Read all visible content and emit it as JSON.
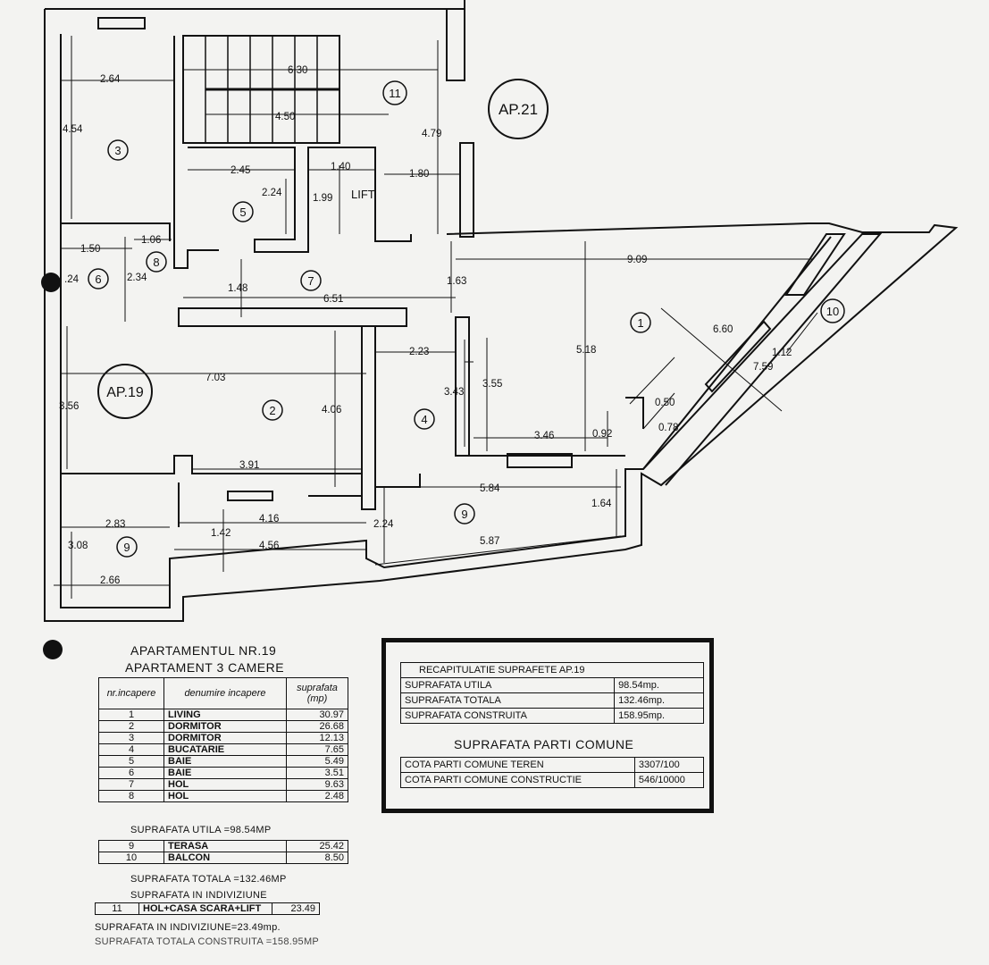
{
  "plan": {
    "dims": [
      "2.64",
      "4.54",
      "6.30",
      "4.50",
      "4.79",
      "2.45",
      "1.40",
      "1.80",
      "2.24",
      "1.99",
      "1.50",
      "1.06",
      "2.34",
      "1.48",
      "6.51",
      "1.63",
      "9.09",
      "5.18",
      "6.60",
      "1.12",
      "7.59",
      "7.03",
      "2.23",
      "3.55",
      "3.43",
      "4.06",
      "3.56",
      "3.46",
      "0.92",
      "0.50",
      "0.78",
      "3.91",
      "5.84",
      "1.64",
      "4.16",
      "2.83",
      "2.24",
      "1.42",
      "4.56",
      "5.87",
      "3.08",
      "2.66",
      ".24"
    ],
    "room_nums": [
      "1",
      "2",
      "3",
      "4",
      "5",
      "6",
      "7",
      "8",
      "9",
      "9",
      "10",
      "11"
    ],
    "labels": {
      "ap21": "AP.21",
      "ap19": "AP.19",
      "lift": "LIFT"
    }
  },
  "apartment": {
    "title1": "APARTAMENTUL NR.19",
    "title2": "APARTAMENT 3 CAMERE",
    "headers": [
      "nr.incapere",
      "denumire incapere",
      "suprafata (mp)"
    ],
    "rows": [
      [
        "1",
        "LIVING",
        "30.97"
      ],
      [
        "2",
        "DORMITOR",
        "26.68"
      ],
      [
        "3",
        "DORMITOR",
        "12.13"
      ],
      [
        "4",
        "BUCATARIE",
        "7.65"
      ],
      [
        "5",
        "BAIE",
        "5.49"
      ],
      [
        "6",
        "BAIE",
        "3.51"
      ],
      [
        "7",
        "HOL",
        "9.63"
      ],
      [
        "8",
        "HOL",
        "2.48"
      ]
    ],
    "utila": "SUPRAFATA UTILA =98.54MP",
    "ext_rows": [
      [
        "9",
        "TERASA",
        "25.42"
      ],
      [
        "10",
        "BALCON",
        "8.50"
      ]
    ],
    "totala": "SUPRAFATA TOTALA =132.46MP",
    "indiviziune_title": "SUPRAFATA IN INDIVIZIUNE",
    "common_row": [
      "11",
      "HOL+CASA SCARA+LIFT",
      "23.49"
    ],
    "indiviziune": "SUPRAFATA IN INDIVIZIUNE=23.49mp.",
    "construita": "SUPRAFATA TOTALA CONSTRUITA =158.95MP"
  },
  "recap": {
    "title": "RECAPITULATIE SUPRAFETE   AP.19",
    "rows": [
      [
        "SUPRAFATA UTILA",
        "98.54mp."
      ],
      [
        "SUPRAFATA TOTALA",
        "132.46mp."
      ],
      [
        "SUPRAFATA CONSTRUITA",
        "158.95mp."
      ]
    ],
    "common_title": "SUPRAFATA PARTI COMUNE",
    "common_rows": [
      [
        "COTA PARTI COMUNE TEREN",
        "3307/100"
      ],
      [
        "COTA PARTI COMUNE CONSTRUCTIE",
        "546/10000"
      ]
    ]
  }
}
